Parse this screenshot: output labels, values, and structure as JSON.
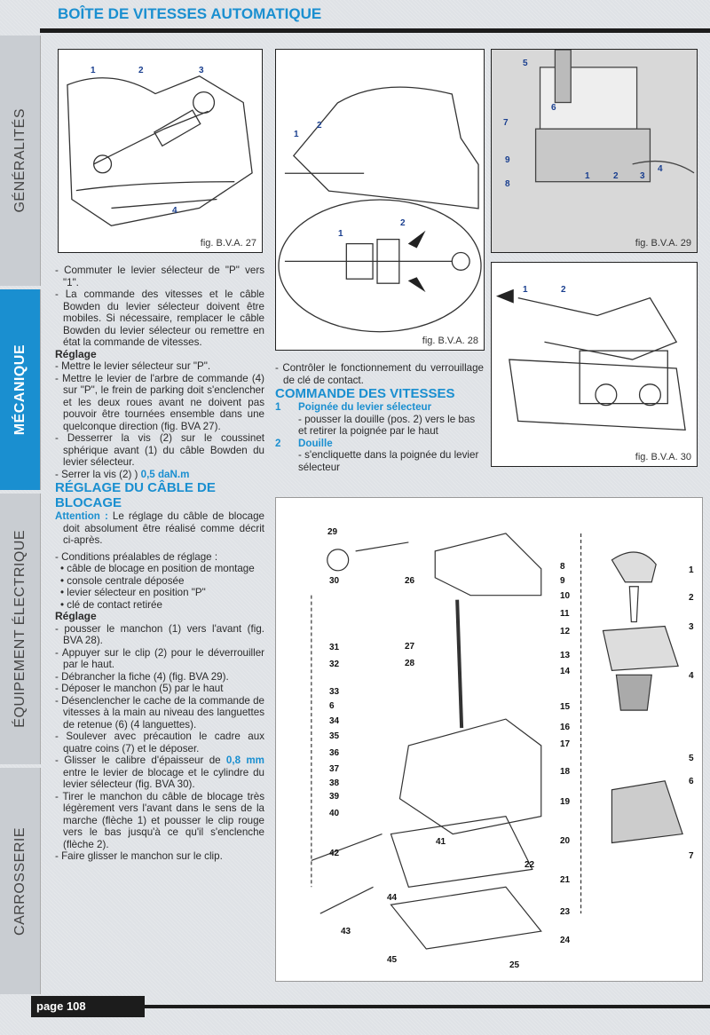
{
  "header": {
    "title": "BOÎTE DE VITESSES AUTOMATIQUE"
  },
  "sidebar": {
    "tabs": [
      {
        "label": "GÉNÉRALITÉS"
      },
      {
        "label": "MÉCANIQUE",
        "active": true
      },
      {
        "label": "ÉQUIPEMENT ÉLECTRIQUE"
      },
      {
        "label": "CARROSSERIE"
      }
    ]
  },
  "figures": {
    "fig27": {
      "caption": "fig. B.V.A. 27",
      "labels": [
        "1",
        "2",
        "3",
        "4"
      ]
    },
    "fig28": {
      "caption": "fig. B.V.A. 28",
      "labels": [
        "1",
        "2",
        "1",
        "2"
      ]
    },
    "fig29": {
      "caption": "fig. B.V.A. 29",
      "labels": [
        "5",
        "6",
        "7",
        "9",
        "8",
        "1",
        "2",
        "3",
        "4"
      ]
    },
    "fig30": {
      "caption": "fig. B.V.A. 30",
      "labels": [
        "1",
        "2"
      ]
    }
  },
  "left": {
    "p1": "- Commuter le levier sélecteur de \"P\" vers \"1\".",
    "p2": "- La commande des vitesses et le câble Bowden du levier sélecteur doivent être mobiles. Si nécessaire, remplacer le câble Bowden du levier sélecteur ou remettre en état la commande de vitesses.",
    "h_reglage": "Réglage",
    "r1": "- Mettre le levier sélecteur sur \"P\".",
    "r2": "- Mettre le levier de l'arbre de commande (4) sur \"P\", le frein de parking doit s'enclencher et les deux roues avant ne doivent pas pouvoir être tournées ensemble dans une quelconque direction (fig. BVA 27).",
    "r3": "- Desserrer la vis (2) sur le coussinet sphérique avant (1) du câble Bowden du levier sélecteur.",
    "r4_a": "- Serrer la vis (2) ) ",
    "r4_b": "0,5 daN.m",
    "h2": "RÉGLAGE DU CÂBLE DE BLOCAGE",
    "att_a": "Attention : ",
    "att_b": "Le réglage du câble de blocage doit absolument être réalisé comme décrit ci-après.",
    "cond": "- Conditions préalables de réglage :",
    "c1": "• câble de blocage en position de montage",
    "c2": "• console centrale déposée",
    "c3": "• levier sélecteur en position \"P\"",
    "c4": "• clé de contact retirée",
    "h_reglage2": "Réglage",
    "s1": "- pousser le manchon (1) vers l'avant (fig. BVA 28).",
    "s2": "- Appuyer sur le clip (2) pour le déverrouiller par le haut.",
    "s3": "- Débrancher la fiche (4) (fig. BVA 29).",
    "s4": "- Déposer le manchon (5) par le haut",
    "s5": "- Désenclencher le cache de la commande de vitesses à la main au niveau des languettes de retenue (6) (4 languettes).",
    "s6": "- Soulever avec précaution le cadre aux quatre coins (7) et le déposer.",
    "s7_a": "- Glisser le calibre d'épaisseur de ",
    "s7_b": "0,8 mm",
    "s7_c": " entre le levier de blocage et le cylindre du levier sélecteur (fig. BVA 30).",
    "s8": "- Tirer le manchon du câble de blocage très légèrement vers l'avant dans le sens de la marche (flèche 1) et pousser le clip rouge vers le bas jusqu'à ce qu'il s'enclenche (flèche 2).",
    "s9": "- Faire glisser le manchon sur le clip."
  },
  "middle": {
    "p1": "- Contrôler le fonctionnement du verrouillage de clé de contact.",
    "h2": "COMMANDE DES VITESSES",
    "items": [
      {
        "num": "1",
        "title": "Poignée du levier sélecteur",
        "text": "- pousser la douille (pos. 2) vers le bas et retirer la poignée par le haut"
      },
      {
        "num": "2",
        "title": "Douille",
        "text": "- s'encliquette dans la poignée du levier sélecteur"
      }
    ]
  },
  "exploded": {
    "callouts": [
      "29",
      "30",
      "26",
      "8",
      "9",
      "10",
      "11",
      "12",
      "27",
      "28",
      "13",
      "14",
      "15",
      "31",
      "32",
      "33",
      "6",
      "34",
      "35",
      "36",
      "37",
      "38",
      "39",
      "40",
      "16",
      "17",
      "18",
      "19",
      "20",
      "21",
      "41",
      "42",
      "22",
      "23",
      "24",
      "25",
      "44",
      "43",
      "45",
      "1",
      "2",
      "3",
      "4",
      "5",
      "6",
      "7"
    ]
  },
  "footer": {
    "page": "page 108"
  },
  "colors": {
    "accent": "#1a8fd0",
    "dark": "#1c1c1c"
  }
}
